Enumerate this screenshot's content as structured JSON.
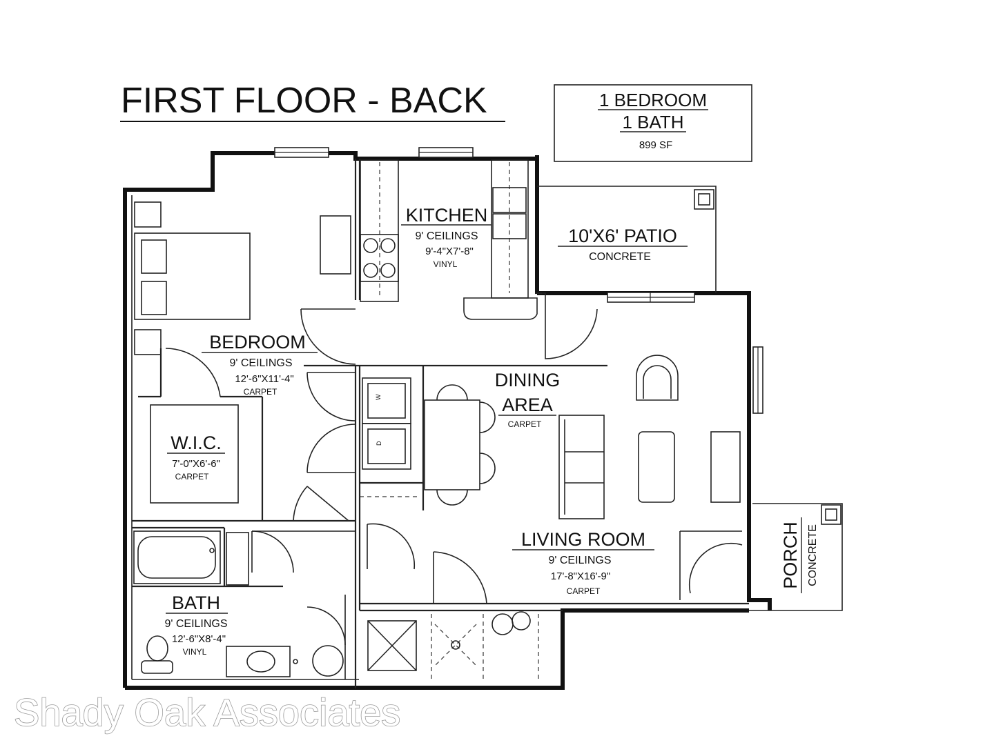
{
  "title": "FIRST FLOOR - BACK",
  "unit_info": {
    "bedrooms": "1 BEDROOM",
    "baths": "1 BATH",
    "area": "899 SF"
  },
  "rooms": {
    "kitchen": {
      "name": "KITCHEN",
      "ceiling": "9' CEILINGS",
      "size": "9'-4\"X7'-8\"",
      "floor": "VINYL"
    },
    "patio": {
      "name": "10'X6' PATIO",
      "floor": "CONCRETE"
    },
    "bedroom": {
      "name": "BEDROOM",
      "ceiling": "9' CEILINGS",
      "size": "12'-6\"X11'-4\"",
      "floor": "CARPET"
    },
    "dining": {
      "name_line1": "DINING",
      "name_line2": "AREA",
      "floor": "CARPET"
    },
    "wic": {
      "name": "W.I.C.",
      "size": "7'-0\"X6'-6\"",
      "floor": "CARPET"
    },
    "living": {
      "name": "LIVING ROOM",
      "ceiling": "9' CEILINGS",
      "size": "17'-8\"X16'-9\"",
      "floor": "CARPET"
    },
    "porch": {
      "name": "PORCH",
      "floor": "CONCRETE"
    },
    "bath": {
      "name": "BATH",
      "ceiling": "9' CEILINGS",
      "size": "12'-6\"X8'-4\"",
      "floor": "VINYL"
    }
  },
  "appliances": {
    "washer": "W",
    "dryer": "D"
  },
  "watermark": "Shady Oak Associates"
}
